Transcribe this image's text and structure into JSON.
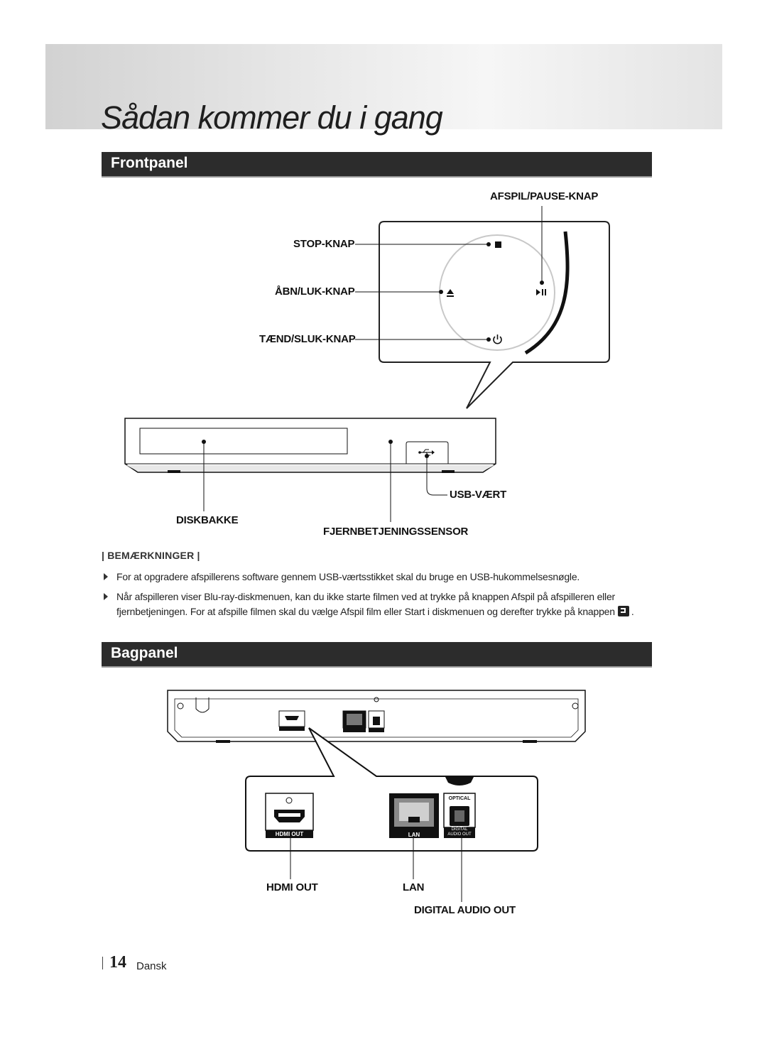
{
  "header": {
    "title": "Sådan kommer du i gang"
  },
  "front_panel": {
    "heading": "Frontpanel",
    "callouts": {
      "play_pause": "AFSPIL/PAUSE-KNAP",
      "stop": "STOP-KNAP",
      "open_close": "ÅBN/LUK-KNAP",
      "power": "TÆND/SLUK-KNAP",
      "usb_host": "USB-VÆRT",
      "disc_tray": "DISKBAKKE",
      "remote_sensor": "FJERNBETJENINGSSENSOR"
    }
  },
  "notes": {
    "heading": "| BEMÆRKNINGER |",
    "items": [
      "For at opgradere afspillerens software gennem USB-værtsstikket skal du bruge en USB-hukommelsesnøgle.",
      "Når afspilleren viser Blu-ray-diskmenuen, kan du ikke starte filmen ved at trykke på knappen Afspil på afspilleren eller fjernbetjeningen. For at afspille filmen skal du vælge Afspil film eller Start i diskmenuen og derefter trykke på knappen"
    ],
    "item2_end": "."
  },
  "back_panel": {
    "heading": "Bagpanel",
    "port_labels": {
      "hdmi": "HDMI OUT",
      "lan": "LAN",
      "optical_top": "OPTICAL",
      "digital_line1": "DIGITAL",
      "digital_line2": "AUDIO OUT"
    },
    "callouts": {
      "hdmi_out": "HDMI OUT",
      "lan": "LAN",
      "digital_audio_out": "DIGITAL AUDIO OUT"
    }
  },
  "footer": {
    "page_number": "14",
    "language": "Dansk"
  }
}
